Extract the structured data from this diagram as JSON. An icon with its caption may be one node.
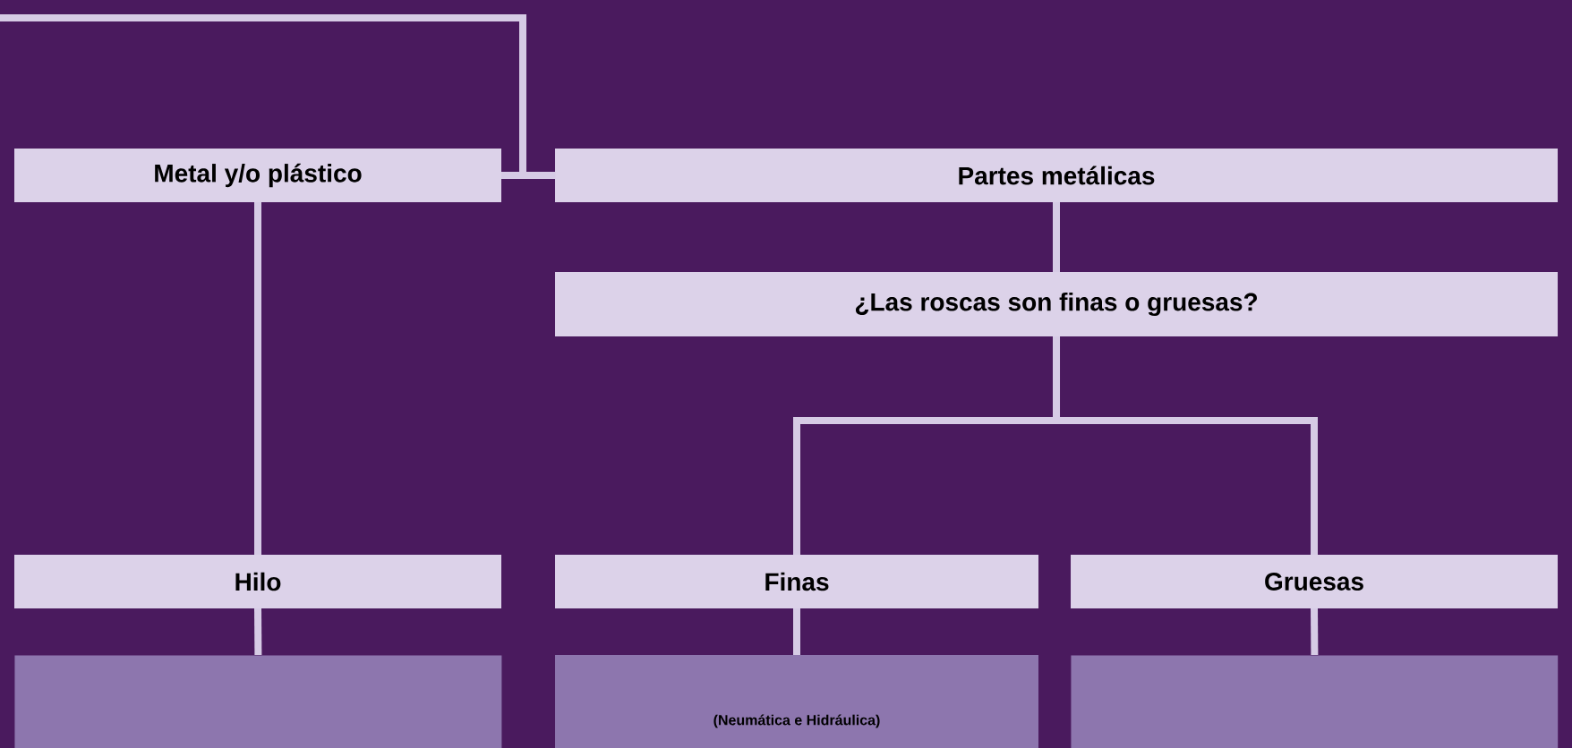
{
  "diagram": {
    "nodes": [
      {
        "text": [
          "Metal y/o plástico"
        ]
      },
      {
        "text": [
          "Partes metálicas"
        ]
      },
      {
        "text": [
          "¿Las roscas son finas o gruesas?"
        ]
      },
      {
        "text": [
          "Hilo"
        ]
      },
      {
        "text": [
          "Finas"
        ]
      },
      {
        "text": [
          "Gruesas"
        ]
      },
      {
        "text": [],
        "shape": "box"
      },
      {
        "text": [
          "(Neumática e Hidráulica)"
        ]
      },
      {
        "text": [],
        "shape": "box"
      }
    ],
    "edges": [
      {
        "from": null,
        "to": 0,
        "arrow": "none"
      },
      {
        "from": null,
        "to": 1,
        "arrow": "none"
      },
      {
        "from": 0,
        "to": 3,
        "arrow": "none"
      },
      {
        "from": 1,
        "to": 2,
        "arrow": "none"
      },
      {
        "from": 2,
        "to": 4,
        "arrow": "none"
      },
      {
        "from": 2,
        "to": 5,
        "arrow": "none"
      },
      {
        "from": 3,
        "to": 6,
        "arrow": "none"
      },
      {
        "from": 4,
        "to": 7,
        "arrow": "none"
      },
      {
        "from": 5,
        "to": 8,
        "arrow": "none"
      }
    ]
  }
}
